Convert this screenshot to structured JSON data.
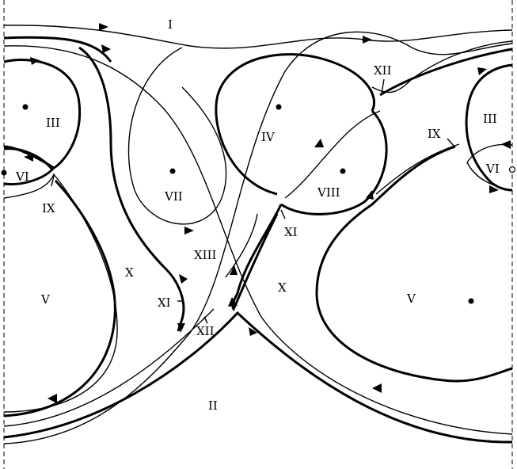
{
  "regions": [
    {
      "id": "I",
      "text": "I"
    },
    {
      "id": "II",
      "text": "II"
    },
    {
      "id": "III_left",
      "text": "III"
    },
    {
      "id": "III_right",
      "text": "III"
    },
    {
      "id": "IV",
      "text": "IV"
    },
    {
      "id": "V_left",
      "text": "V"
    },
    {
      "id": "V_right",
      "text": "V"
    },
    {
      "id": "VI_left",
      "text": "VI"
    },
    {
      "id": "VI_right",
      "text": "VI"
    },
    {
      "id": "VII",
      "text": "VII"
    },
    {
      "id": "VIII",
      "text": "VIII"
    },
    {
      "id": "IX_left",
      "text": "IX"
    },
    {
      "id": "IX_right",
      "text": "IX"
    },
    {
      "id": "X_left",
      "text": "X"
    },
    {
      "id": "X_right",
      "text": "X"
    },
    {
      "id": "XI_left",
      "text": "XI"
    },
    {
      "id": "XI_right",
      "text": "XI"
    },
    {
      "id": "XII_top",
      "text": "XII"
    },
    {
      "id": "XII_bottom",
      "text": "XII"
    },
    {
      "id": "XIII",
      "text": "XIII"
    }
  ]
}
